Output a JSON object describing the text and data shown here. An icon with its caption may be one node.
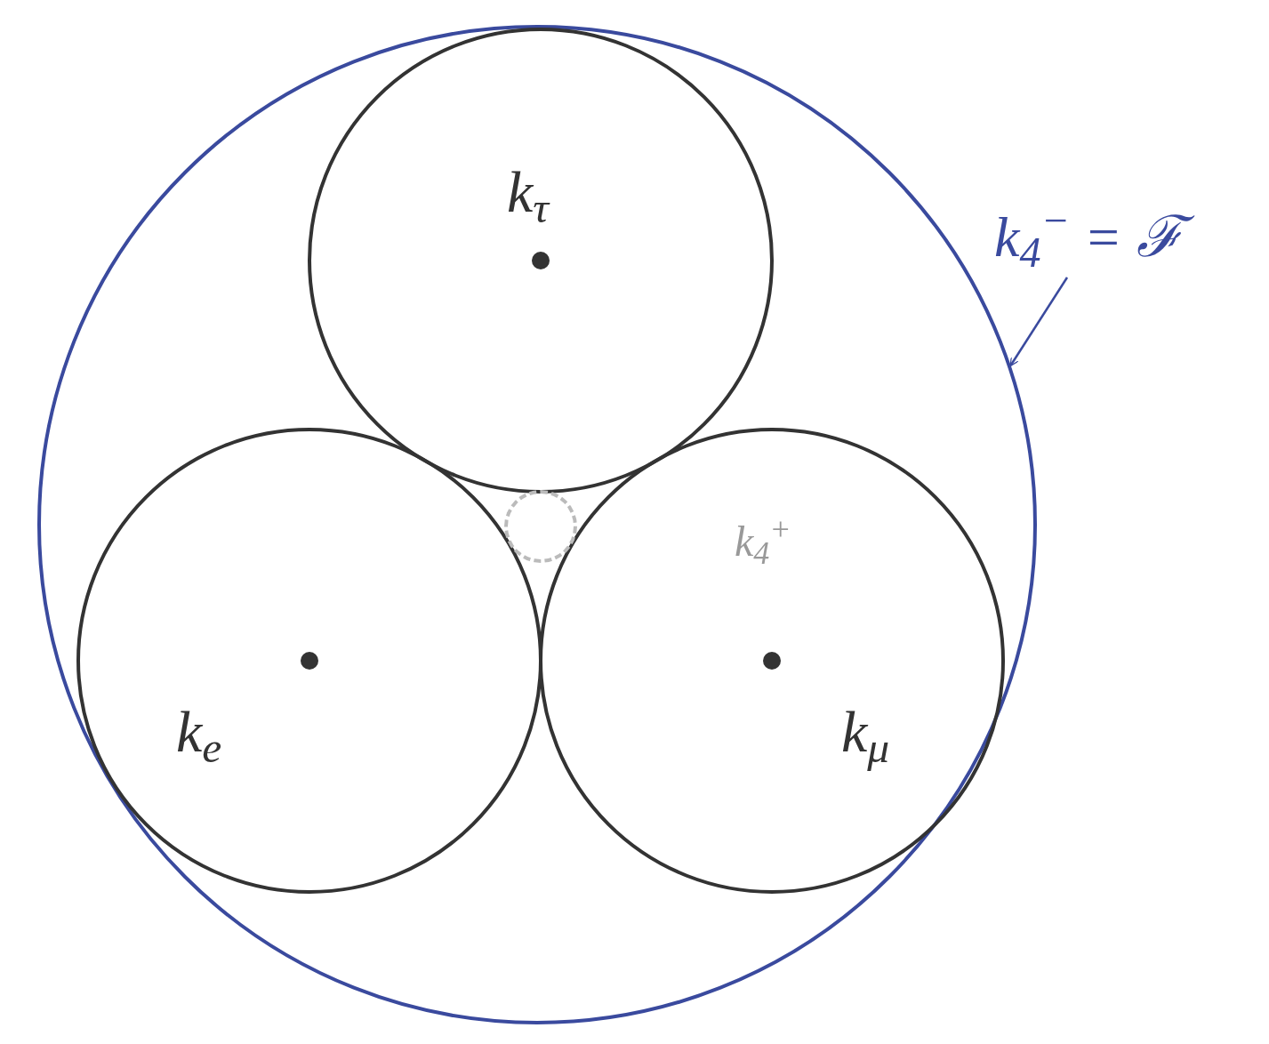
{
  "diagram": {
    "nodes": [
      {
        "text": [],
        "shape": "circle"
      },
      {
        "text": [
          "k$_{τ}$"
        ],
        "in": 0
      },
      {
        "text": [
          "k$_{e}$"
        ],
        "in": 0
      },
      {
        "text": [
          "k$_{μ}$"
        ],
        "in": 0
      },
      {
        "text": [],
        "shape": "circle",
        "in": 0
      },
      {
        "text": [
          "k$_{4}$$^{−}$ = ℱ"
        ]
      }
    ],
    "edges": [
      {
        "from": 5,
        "to": 0,
        "arrow": "to",
        "color": "#3a4a9e"
      }
    ],
    "labels": [
      "k$_{4}$$^{+}$"
    ]
  }
}
